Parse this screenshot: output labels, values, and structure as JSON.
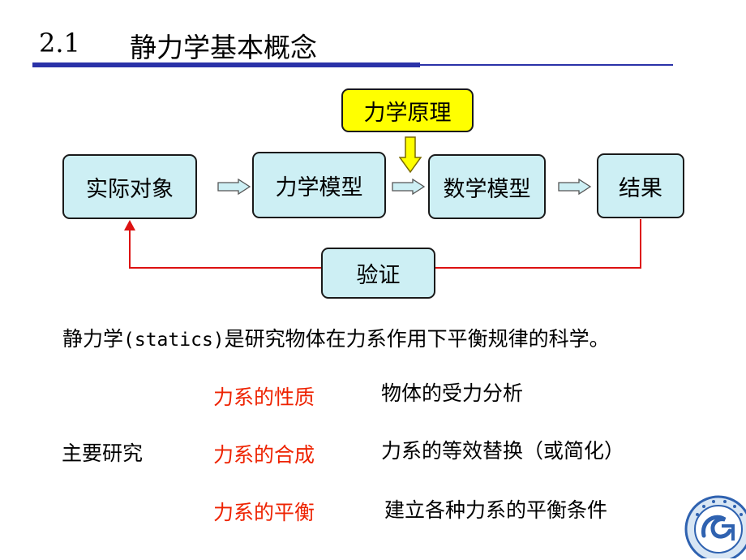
{
  "title": {
    "number": "2.1",
    "text": "静力学基本概念"
  },
  "flow": {
    "principle": "力学原理",
    "object": "实际对象",
    "mech_model": "力学模型",
    "math_model": "数学模型",
    "result": "结果",
    "verify": "验证"
  },
  "definition": {
    "part1": "静力学",
    "latin": "(statics)",
    "part2": "是研究物体在力系作用下平衡规律的科学。"
  },
  "main_research": {
    "label": "主要研究",
    "items": [
      {
        "topic": "力系的性质",
        "desc": "物体的受力分析"
      },
      {
        "topic": "力系的合成",
        "desc": "力系的等效替换（或简化）"
      },
      {
        "topic": "力系的平衡",
        "desc": "建立各种力系的平衡条件"
      }
    ]
  },
  "colors": {
    "topic_red": "#ee2200",
    "box_fill": "#cdeff4",
    "principle_fill": "#ffff00",
    "feedback_line": "#dd1111",
    "title_rule": "#2a32a8"
  }
}
